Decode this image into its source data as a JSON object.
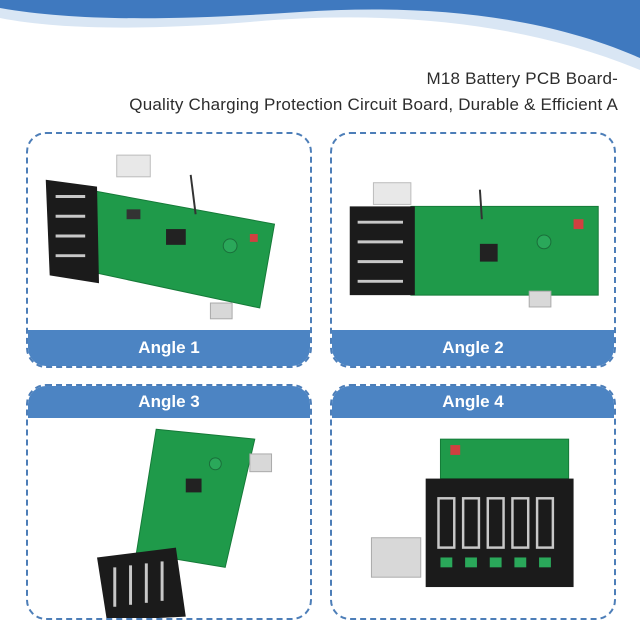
{
  "header": {
    "title_line1": "M18 Battery PCB Board-",
    "title_line2": "Quality Charging Protection Circuit Board, Durable & Efficient A"
  },
  "colors": {
    "accent_blue": "#4c84c3",
    "wave_blue": "#3f79bf",
    "pcb_green": "#1f9a4a",
    "terminal_black": "#1b1b1b"
  },
  "panels": [
    {
      "label": "Angle 1"
    },
    {
      "label": "Angle 2"
    },
    {
      "label": "Angle 3"
    },
    {
      "label": "Angle 4"
    }
  ]
}
